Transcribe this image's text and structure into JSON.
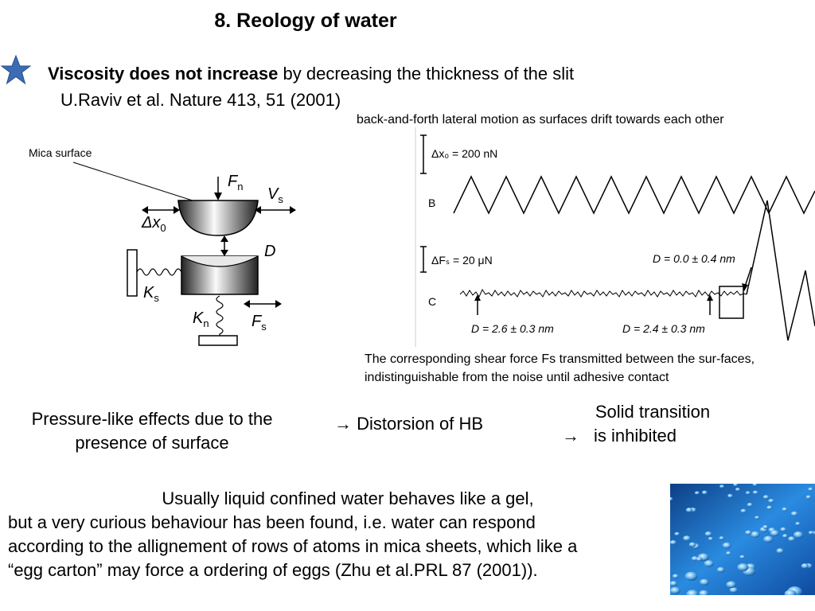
{
  "title": "8. Reology of water",
  "claim": {
    "bold": "Viscosity does not increase",
    "rest": " by decreasing the thickness of the slit",
    "reference": "U.Raviv et al. Nature 413, 51 (2001)"
  },
  "figure": {
    "caption_top": "back-and-forth lateral motion as surfaces drift towards each other",
    "caption_bottom": "The corresponding shear force Fs transmitted between the sur-faces, indistinguishable from the noise until adhesive contact",
    "mica_label": "Mica surface",
    "apparatus_labels": {
      "fn": "F",
      "fn_sub": "n",
      "vs": "V",
      "vs_sub": "s",
      "dx0": "Δx",
      "dx0_sub": "0",
      "d": "D",
      "ks": "K",
      "ks_sub": "s",
      "kn": "K",
      "kn_sub": "n",
      "fs": "F",
      "fs_sub": "s"
    },
    "graph_labels": {
      "b_scale": "Δx₀ = 200 nN",
      "b": "B",
      "c_scale": "ΔFₛ = 20 μN",
      "c": "C",
      "d_contact": "D = 0.0 ± 0.4 nm",
      "d1": "D = 2.6 ± 0.3 nm",
      "d2": "D = 2.4 ± 0.3 nm"
    }
  },
  "conclusions": {
    "pressure": "Pressure-like effects due to the presence of surface",
    "distorsion": "Distorsion of HB",
    "arrow": "→",
    "solid_line1": "Solid transition",
    "solid_line2": "is inhibited"
  },
  "paragraph": {
    "line1": "Usually liquid confined water behaves like a gel,",
    "line2": "but a very curious behaviour has been found, i.e. water can respond",
    "line3": "according to the allignement of rows of atoms in mica sheets, which like a",
    "line4": "“egg carton” may force a ordering of eggs (Zhu et al.PRL 87 (2001))."
  },
  "colors": {
    "star": "#3b6cb4",
    "photo_blue": "#1f7ad0"
  },
  "icons": {
    "star": "star-icon",
    "water_photo": "water-droplets-photo"
  }
}
